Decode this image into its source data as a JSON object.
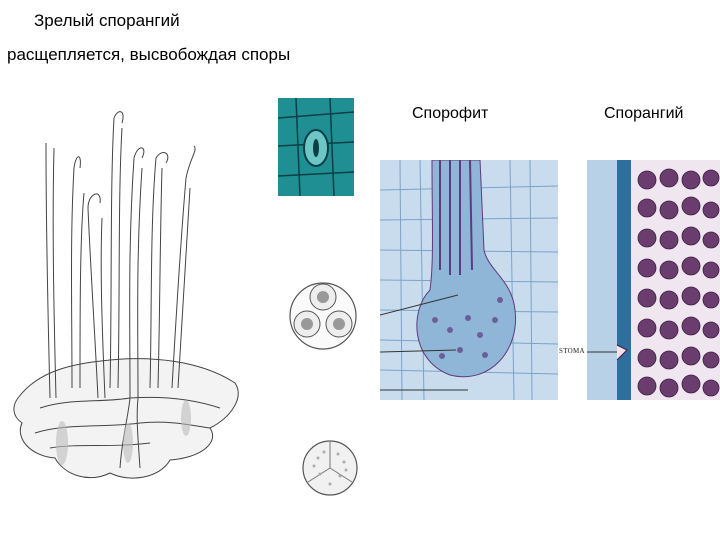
{
  "heading": {
    "line1": "Зрелый спорангий",
    "line2": "расщепляется, высвобождая споры"
  },
  "labels": {
    "sporophyte": "Спорофит",
    "sporangium": "Спорангий",
    "stoma": "STOMA"
  },
  "colors": {
    "stain_blue": "#8fb6d6",
    "stain_teal": "#1f8f94",
    "stain_purple": "#5e3a7e",
    "sporangium_wall": "#2e6f9e"
  }
}
